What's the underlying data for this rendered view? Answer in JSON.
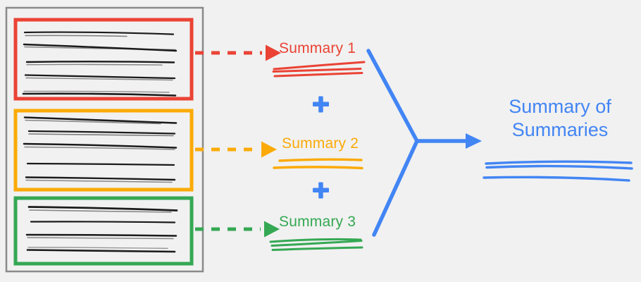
{
  "diagram": {
    "title": "Hierarchical summarization flow diagram",
    "background_color": "#f1f1f1"
  },
  "document_panel": {
    "name": "source-document",
    "border_color": "#808080",
    "chunks": [
      {
        "id": "chunk-1",
        "color": "#EA4335",
        "color_name": "red",
        "text_line_count": 5
      },
      {
        "id": "chunk-2",
        "color": "#FBAA07",
        "color_name": "orange",
        "text_line_count": 5
      },
      {
        "id": "chunk-3",
        "color": "#34A853",
        "color_name": "green",
        "text_line_count": 4
      }
    ]
  },
  "summaries": [
    {
      "label": "Summary 1",
      "color": "#EA4335",
      "arrow": "dashed-arrow-red",
      "scribble_line_count": 3
    },
    {
      "label": "Summary 2",
      "color": "#FBAA07",
      "arrow": "dashed-arrow-orange",
      "scribble_line_count": 2
    },
    {
      "label": "Summary 3",
      "color": "#34A853",
      "arrow": "dashed-arrow-green",
      "scribble_line_count": 3
    }
  ],
  "operators": [
    {
      "symbol": "+",
      "color": "#4285F4"
    },
    {
      "symbol": "+",
      "color": "#4285F4"
    }
  ],
  "merge": {
    "connector_color": "#4285F4",
    "arrow": "merge-arrow-blue"
  },
  "final_summary": {
    "title_line_1": "Summary of",
    "title_line_2": "Summaries",
    "color": "#4285F4",
    "scribble_line_count": 3
  }
}
